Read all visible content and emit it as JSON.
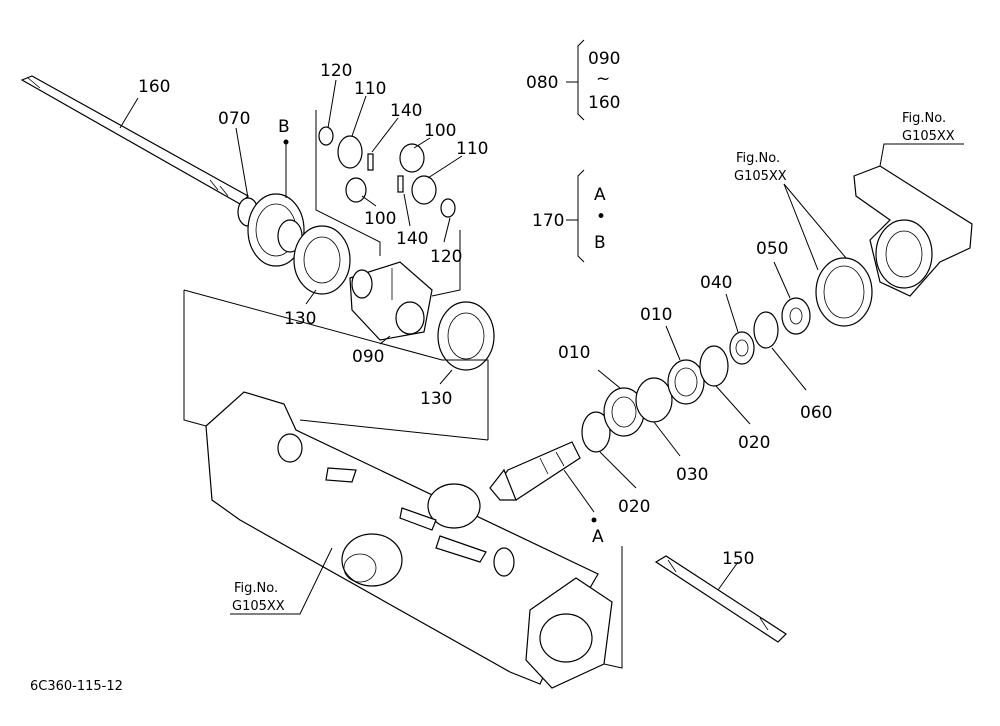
{
  "parts": {
    "p160": "160",
    "p070": "070",
    "pB": "B",
    "p120a": "120",
    "p110a": "110",
    "p140a": "140",
    "p100a": "100",
    "p110b": "110",
    "p100b": "100",
    "p140b": "140",
    "p120b": "120",
    "p130a": "130",
    "p090": "090",
    "p130b": "130",
    "p010a": "010",
    "p010b": "010",
    "p040": "040",
    "p050": "050",
    "p020a": "020",
    "p060": "060",
    "p030": "030",
    "p020b": "020",
    "pA": "A",
    "p150": "150"
  },
  "groups": {
    "g080": {
      "label": "080",
      "top": "090",
      "tilde": "~",
      "bottom": "160"
    },
    "g170": {
      "label": "170",
      "top": "A",
      "dot": "•",
      "bottom": "B"
    }
  },
  "figrefs": {
    "right_top": {
      "line1": "Fig.No.",
      "line2": "G105XX"
    },
    "right_mid": {
      "line1": "Fig.No.",
      "line2": "G105XX"
    },
    "left": {
      "line1": "Fig.No.",
      "line2": "G105XX"
    }
  },
  "code": "6C360-115-12"
}
